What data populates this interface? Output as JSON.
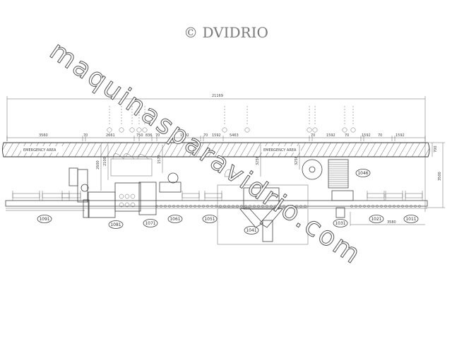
{
  "copyright": "© DVIDRIO",
  "watermark": "maquinasparavidrio.com",
  "drawing": {
    "overall_length": "21169",
    "height_total": "3500",
    "band_depth": "700",
    "bottom_dim": "3580",
    "emergency_labels": [
      "EMERGENCY AREA",
      "EMERGENCY AREA"
    ],
    "segment_dims": [
      "3560",
      "70",
      "2661",
      "750",
      "836",
      "70",
      "1592",
      "70",
      "1592",
      "5463",
      "70",
      "1592",
      "70",
      "1592",
      "70",
      "1592"
    ],
    "vertical_dims": [
      "2600",
      "2100",
      "1575",
      "3256",
      "3256"
    ],
    "parts": [
      "1091",
      "1081",
      "1071",
      "1061",
      "1051",
      "1041",
      "1031",
      "1021",
      "1011",
      "1046"
    ]
  }
}
